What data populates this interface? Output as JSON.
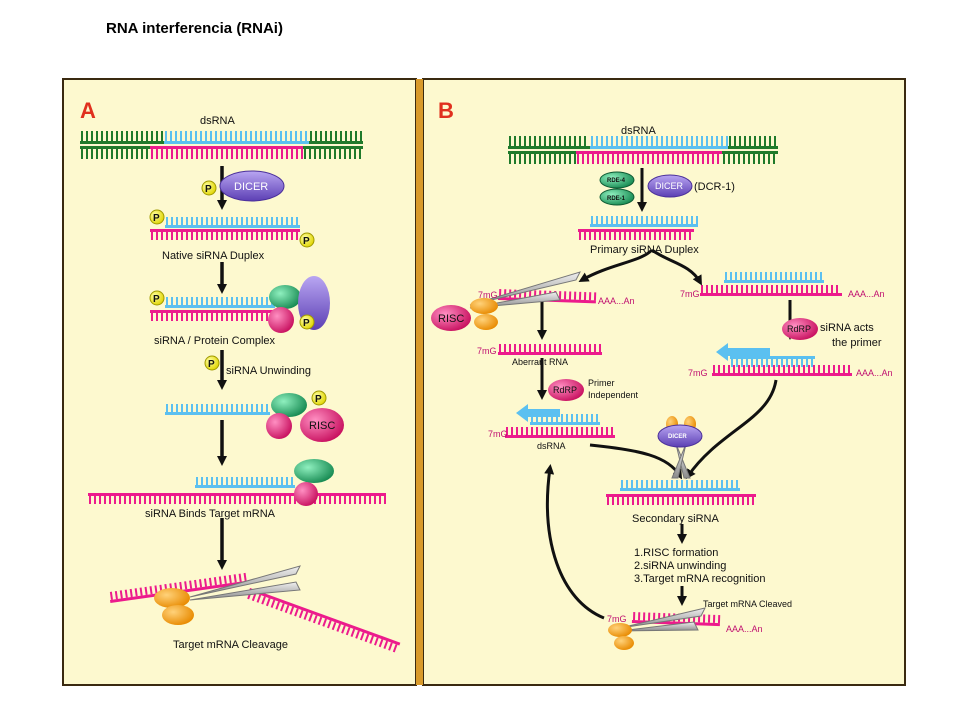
{
  "title": "RNA interferencia (RNAi)",
  "panel_a": {
    "letter": "A",
    "dsrna": "dsRNA",
    "dicer": "DICER",
    "p": "P",
    "native_duplex": "Native siRNA Duplex",
    "protein_complex": "siRNA / Protein Complex",
    "unwinding": "siRNA Unwinding",
    "risc": "RISC",
    "binds_target": "siRNA Binds Target mRNA",
    "cleavage": "Target mRNA Cleavage"
  },
  "panel_b": {
    "letter": "B",
    "dsrna_top": "dsRNA",
    "rde4": "RDE-4",
    "rde1": "RDE-1",
    "dicer": "DICER",
    "dcr1": "(DCR-1)",
    "primary_duplex": "Primary siRNA Duplex",
    "risc": "RISC",
    "cap": "7mG",
    "polya": "AAA...An",
    "aberrant_rna": "Aberrant RNA",
    "rdrp": "RdRP",
    "primer_independent_1": "Primer",
    "primer_independent_2": "Independent",
    "sirna_acts_1": "siRNA acts",
    "sirna_acts_2": "the primer",
    "dsrna_mid": "dsRNA",
    "dicer_mid": "DICER",
    "secondary_sirna": "Secondary siRNA",
    "step1": "1.RISC formation",
    "step2": "2.siRNA unwinding",
    "step3": "3.Target mRNA recognition",
    "target_cleaved": "Target mRNA Cleaved"
  },
  "colors": {
    "panel_bg": "#fdf9cf",
    "border": "#3a2a10",
    "divider": "#d99a2b",
    "pink": "#ec1b8c",
    "blue": "#5bc0f0",
    "green": "#1f7a2a",
    "dicer": "#8a6fd6",
    "risc": "#e0287a",
    "protein_green": "#2fae6f",
    "p_yellow": "#f5ee17",
    "scissor_orange": "#f6a21a"
  }
}
